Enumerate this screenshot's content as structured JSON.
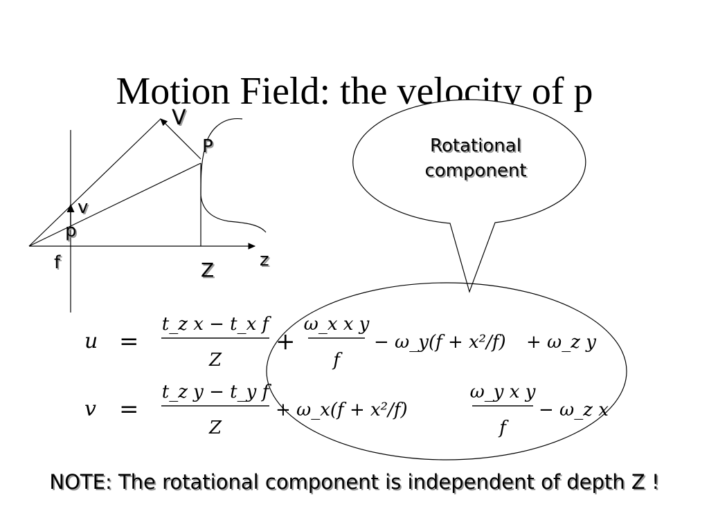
{
  "title": "Motion Field: the velocity of p",
  "diagram": {
    "label_V": "V",
    "label_P": "P",
    "label_v": "v",
    "label_p": "p",
    "label_f": "f",
    "label_Z": "Z",
    "label_z": "z"
  },
  "callout": {
    "line1": "Rotational",
    "line2": "component"
  },
  "equations": {
    "eq1": {
      "lhs": "u",
      "eq": "=",
      "frac1_num": "t_z x − t_x f",
      "frac1_den": "Z",
      "plus1": "+",
      "frac2_num": "ω_x x y",
      "frac2_den": "f",
      "term3": "− ω_y(f + x²/f)",
      "term4": "+ ω_z y"
    },
    "eq2": {
      "lhs": "v",
      "eq": "=",
      "frac1_num": "t_z y − t_y f",
      "frac1_den": "Z",
      "term2": "+ ω_x(f + x²/f)",
      "frac3_num": "ω_y x y",
      "frac3_den": "f",
      "term4": "− ω_z x"
    }
  },
  "note": "NOTE: The rotational component is independent of depth Z !"
}
